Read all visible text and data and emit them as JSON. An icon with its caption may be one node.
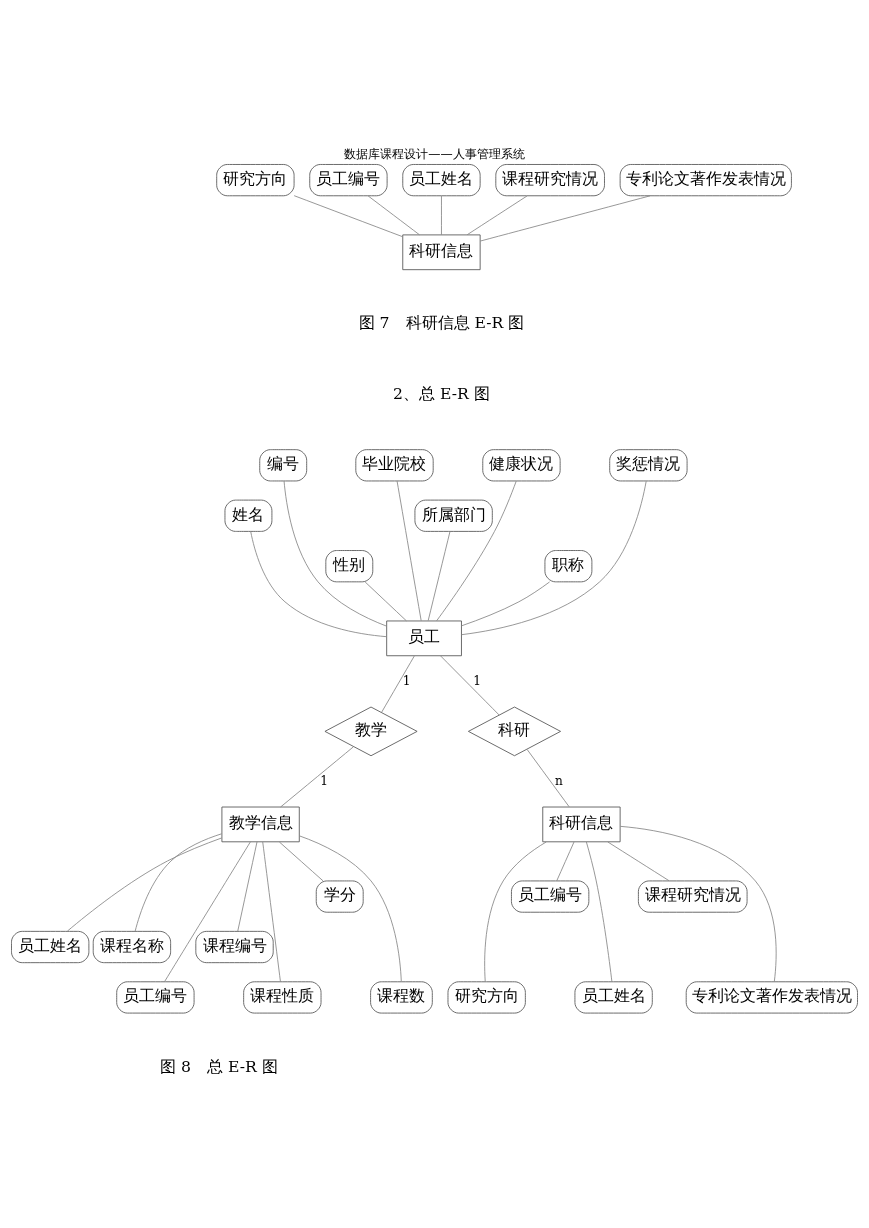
{
  "diagram": {
    "title": "数据库课程设计——人事管理系统",
    "nodes": [
      {
        "text": [
          "研究方向"
        ]
      },
      {
        "text": [
          "员工编号"
        ]
      },
      {
        "text": [
          "员工姓名"
        ]
      },
      {
        "text": [
          "课程研究情况"
        ]
      },
      {
        "text": [
          "专利论文著作发表情况"
        ]
      },
      {
        "text": [
          "科研信息"
        ]
      },
      {
        "text": [
          "姓名"
        ]
      },
      {
        "text": [
          "编号"
        ]
      },
      {
        "text": [
          "性别"
        ]
      },
      {
        "text": [
          "毕业院校"
        ]
      },
      {
        "text": [
          "所属部门"
        ]
      },
      {
        "text": [
          "健康状况"
        ]
      },
      {
        "text": [
          "职称"
        ]
      },
      {
        "text": [
          "奖惩情况"
        ]
      },
      {
        "text": [
          "员工"
        ]
      },
      {
        "text": [
          "教学"
        ]
      },
      {
        "text": [
          "科研"
        ]
      },
      {
        "text": [
          "员工姓名"
        ]
      },
      {
        "text": [
          "教学信息"
        ]
      },
      {
        "text": [
          "课程名称"
        ]
      },
      {
        "text": [
          "员工编号"
        ]
      },
      {
        "text": [
          "课程编号"
        ]
      },
      {
        "text": [
          "课程性质"
        ]
      },
      {
        "text": [
          "学分"
        ]
      },
      {
        "text": [
          "课程数"
        ]
      },
      {
        "text": [
          "科研信息"
        ]
      },
      {
        "text": [
          "研究方向"
        ]
      },
      {
        "text": [
          "员工编号"
        ]
      },
      {
        "text": [
          "员工姓名"
        ]
      },
      {
        "text": [
          "课程研究情况"
        ]
      },
      {
        "text": [
          "专利论文著作发表情况"
        ]
      }
    ],
    "edges": [
      {
        "from": 0,
        "to": 5,
        "arrow": "none"
      },
      {
        "from": 1,
        "to": 5,
        "arrow": "none"
      },
      {
        "from": 2,
        "to": 5,
        "arrow": "none"
      },
      {
        "from": 3,
        "to": 5,
        "arrow": "none"
      },
      {
        "from": 4,
        "to": 5,
        "arrow": "none"
      },
      {
        "from": 6,
        "to": 14,
        "arrow": "none"
      },
      {
        "from": 7,
        "to": 14,
        "arrow": "none"
      },
      {
        "from": 8,
        "to": 14,
        "arrow": "none"
      },
      {
        "from": 9,
        "to": 14,
        "arrow": "none"
      },
      {
        "from": 10,
        "to": 14,
        "arrow": "none"
      },
      {
        "from": 11,
        "to": 14,
        "arrow": "none"
      },
      {
        "from": 12,
        "to": 14,
        "arrow": "none"
      },
      {
        "from": 13,
        "to": 14,
        "arrow": "none"
      },
      {
        "from": 14,
        "to": 15,
        "arrow": "none",
        "label": "1"
      },
      {
        "from": 14,
        "to": 16,
        "arrow": "none",
        "label": "1"
      },
      {
        "from": 15,
        "to": 18,
        "arrow": "none",
        "label": "1"
      },
      {
        "from": 16,
        "to": 25,
        "arrow": "none",
        "label": "n"
      },
      {
        "from": 18,
        "to": 17,
        "arrow": "none"
      },
      {
        "from": 18,
        "to": 19,
        "arrow": "none"
      },
      {
        "from": 18,
        "to": 20,
        "arrow": "none"
      },
      {
        "from": 18,
        "to": 21,
        "arrow": "none"
      },
      {
        "from": 18,
        "to": 22,
        "arrow": "none"
      },
      {
        "from": 18,
        "to": 23,
        "arrow": "none"
      },
      {
        "from": 18,
        "to": 24,
        "arrow": "none"
      },
      {
        "from": 25,
        "to": 26,
        "arrow": "none"
      },
      {
        "from": 25,
        "to": 27,
        "arrow": "none"
      },
      {
        "from": 25,
        "to": 28,
        "arrow": "none"
      },
      {
        "from": 25,
        "to": 29,
        "arrow": "none"
      },
      {
        "from": 25,
        "to": 30,
        "arrow": "none"
      }
    ],
    "labels": [
      "图 7　科研信息 E-R 图",
      "2、总 E-R 图",
      "图 8　总 E-R 图"
    ]
  }
}
